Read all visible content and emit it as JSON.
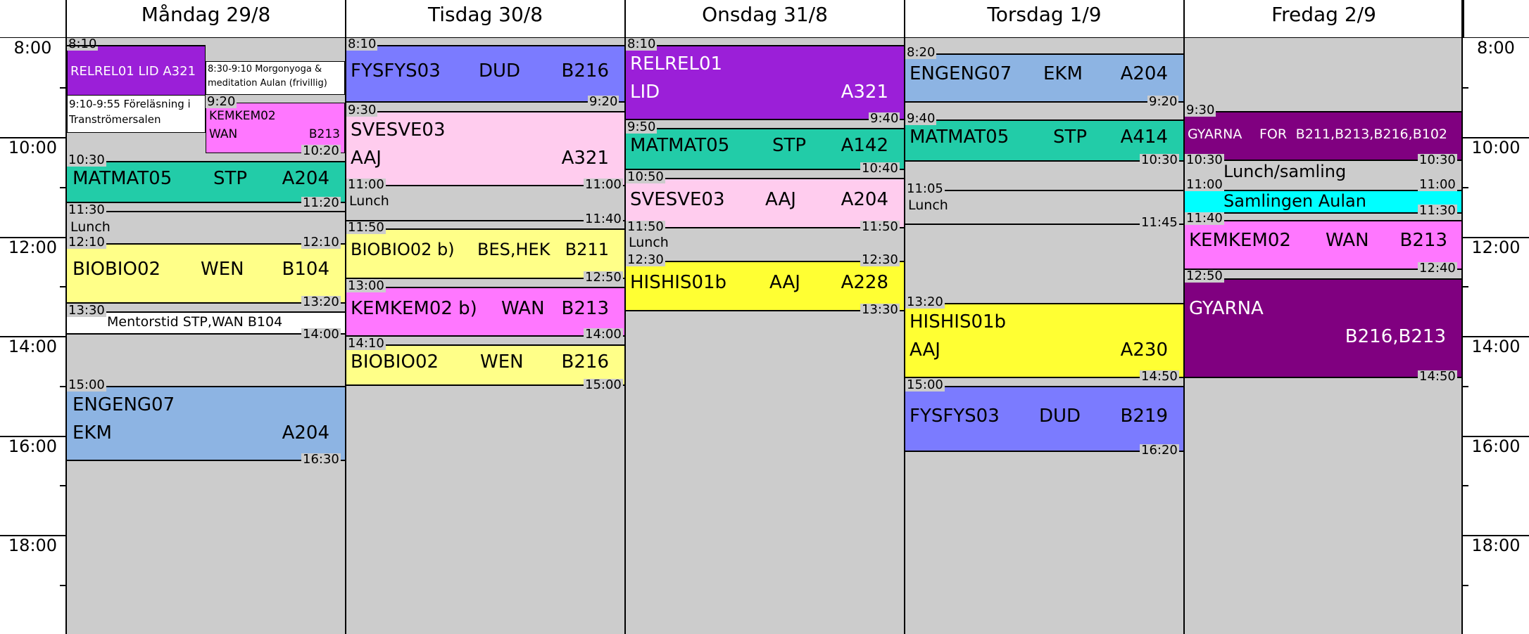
{
  "days": [
    {
      "label": "Måndag 29/8"
    },
    {
      "label": "Tisdag 30/8"
    },
    {
      "label": "Onsdag 31/8"
    },
    {
      "label": "Torsdag 1/9"
    },
    {
      "label": "Fredag 2/9"
    }
  ],
  "hours": [
    "8:00",
    "10:00",
    "12:00",
    "14:00",
    "16:00",
    "18:00"
  ],
  "events": {
    "mon_relrel": {
      "start": "8:10",
      "a": "RELREL01 LID A321",
      "color": "#9b1fd8"
    },
    "mon_yoga": {
      "a": "8:30-9:10 Morgonyoga &",
      "b": "meditation Aulan (frivillig)"
    },
    "mon_forel": {
      "a": "9:10-9:55 Föreläsning i",
      "b": "Tranströmersalen"
    },
    "mon_kemkem": {
      "start": "9:20",
      "end": "10:20",
      "a": "KEMKEM02",
      "b": "WAN",
      "c": "B213",
      "color": "#ff77ff"
    },
    "mon_matmat": {
      "start": "10:30",
      "end": "11:20",
      "a": "MATMAT05",
      "b": "STP",
      "c": "A204",
      "color": "#22cca8"
    },
    "mon_lunch": {
      "start": "11:30",
      "a": "Lunch"
    },
    "mon_biobio": {
      "start": "12:10",
      "start2": "12:10",
      "end": "13:20",
      "a": "BIOBIO02",
      "b": "WEN",
      "c": "B104",
      "color": "#ffff88"
    },
    "mon_mentor": {
      "start": "13:30",
      "end": "14:00",
      "a": "Mentorstid STP,WAN B104"
    },
    "mon_engeng": {
      "start": "15:00",
      "end": "16:30",
      "a": "ENGENG07",
      "b": "EKM",
      "c": "A204",
      "color": "#8db4e3"
    },
    "tue_fysfys": {
      "start": "8:10",
      "end": "9:20",
      "a": "FYSFYS03",
      "b": "DUD",
      "c": "B216",
      "color": "#7b7bff"
    },
    "tue_svesve": {
      "start": "9:30",
      "end": "11:00",
      "a": "SVESVE03",
      "b": "AAJ",
      "c": "A321",
      "color": "#ffccee"
    },
    "tue_lunch": {
      "start": "11:00",
      "end": "11:40",
      "a": "Lunch"
    },
    "tue_biobiob": {
      "start": "11:50",
      "end": "12:50",
      "a": "BIOBIO02 b)",
      "b": "BES,HEK",
      "c": "B211",
      "color": "#ffff88"
    },
    "tue_kemkemb": {
      "start": "13:00",
      "end": "14:00",
      "a": "KEMKEM02 b)",
      "b": "WAN",
      "c": "B213",
      "color": "#ff77ff"
    },
    "tue_biobio": {
      "start": "14:10",
      "end": "15:00",
      "a": "BIOBIO02",
      "b": "WEN",
      "c": "B216",
      "color": "#ffff88"
    },
    "wed_relrel": {
      "start": "8:10",
      "end": "9:40",
      "a": "RELREL01",
      "b": "LID",
      "c": "A321",
      "color": "#9b1fd8"
    },
    "wed_matmat": {
      "start": "9:50",
      "end": "10:40",
      "a": "MATMAT05",
      "b": "STP",
      "c": "A142",
      "color": "#22cca8"
    },
    "wed_svesve": {
      "start": "10:50",
      "end": "11:50",
      "a": "SVESVE03",
      "b": "AAJ",
      "c": "A204",
      "color": "#ffccee"
    },
    "wed_lunch": {
      "start": "11:50",
      "end": "12:30",
      "a": "Lunch"
    },
    "wed_hishis": {
      "start": "12:30",
      "end": "13:30",
      "a": "HISHIS01b",
      "b": "AAJ",
      "c": "A228",
      "color": "#ffff33"
    },
    "thu_engeng": {
      "start": "8:20",
      "end": "9:20",
      "a": "ENGENG07",
      "b": "EKM",
      "c": "A204",
      "color": "#8db4e3"
    },
    "thu_matmat": {
      "start": "9:40",
      "end": "10:30",
      "a": "MATMAT05",
      "b": "STP",
      "c": "A414",
      "color": "#22cca8"
    },
    "thu_lunch": {
      "start": "11:05",
      "end": "11:45",
      "a": "Lunch"
    },
    "thu_hishis": {
      "start": "13:20",
      "end": "14:50",
      "a": "HISHIS01b",
      "b": "AAJ",
      "c": "A230",
      "color": "#ffff33"
    },
    "thu_fysfys": {
      "start": "15:00",
      "end": "16:20",
      "a": "FYSFYS03",
      "b": "DUD",
      "c": "B219",
      "color": "#7b7bff"
    },
    "fri_gyarna": {
      "start": "9:30",
      "end": "10:30",
      "a": "GYARNA",
      "b": "FOR",
      "c": "B211,B213,B216,B102",
      "color": "#800080"
    },
    "fri_lunch": {
      "start": "10:30",
      "end": "11:00",
      "a": "Lunch/samling"
    },
    "fri_saml": {
      "start": "11:00",
      "end": "11:30",
      "a": "Samlingen Aulan",
      "color": "#00ffff"
    },
    "fri_kemkem": {
      "start": "11:40",
      "end": "12:40",
      "a": "KEMKEM02",
      "b": "WAN",
      "c": "B213",
      "color": "#ff77ff"
    },
    "fri_gyarna2": {
      "start": "12:50",
      "end": "14:50",
      "a": "GYARNA",
      "c": "B216,B213",
      "color": "#800080"
    }
  }
}
